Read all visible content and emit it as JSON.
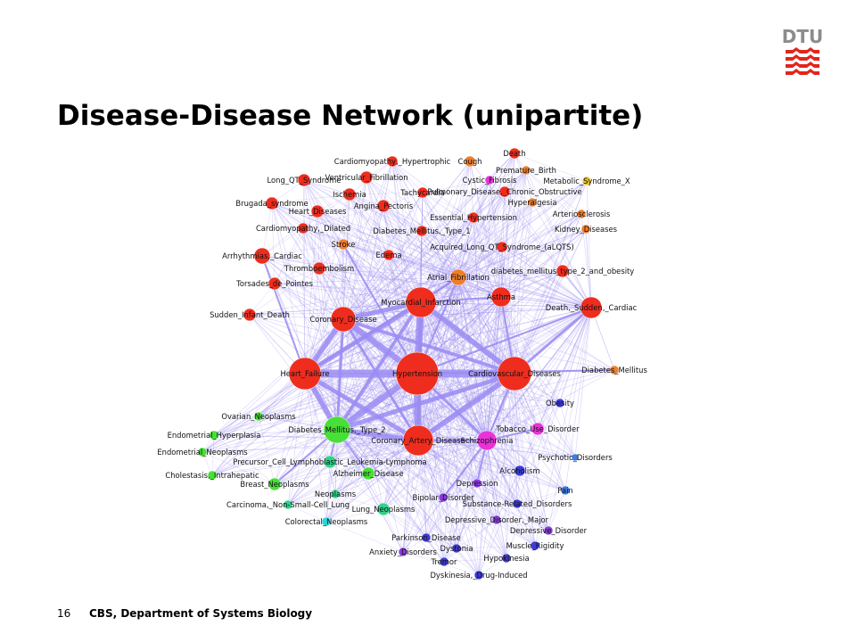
{
  "slide": {
    "title": "Disease-Disease Network (unipartite)",
    "page_number": "16",
    "footer": "CBS, Department of Systems Biology",
    "logo_text": "DTU",
    "logo_color": "#e1261c"
  },
  "network": {
    "edge_color": "#9b8cf2",
    "nodes": [
      {
        "id": "hypertension",
        "label": "Hypertension",
        "color": "#ee2d1e"
      },
      {
        "id": "heart_failure",
        "label": "Heart_Failure",
        "color": "#ee2d1e"
      },
      {
        "id": "cardiovascular",
        "label": "Cardiovascular_Diseases",
        "color": "#ee2d1e"
      },
      {
        "id": "myocardial",
        "label": "Myocardial_Infarction",
        "color": "#ee2d1e"
      },
      {
        "id": "coronary_disease",
        "label": "Coronary_Disease",
        "color": "#ee2d1e"
      },
      {
        "id": "coronary_artery",
        "label": "Coronary_Artery_Disease",
        "color": "#ee2d1e"
      },
      {
        "id": "diabetes_t2",
        "label": "Diabetes_Mellitus,_Type_2",
        "color": "#46e036"
      },
      {
        "id": "schizophrenia",
        "label": "Schizophrenia",
        "color": "#e933d8"
      },
      {
        "id": "death_sudden",
        "label": "Death,_Sudden,_Cardiac",
        "color": "#ee2d1e"
      },
      {
        "id": "asthma",
        "label": "Asthma",
        "color": "#ee2d1e"
      },
      {
        "id": "atrial_fib",
        "label": "Atrial_Fibrillation",
        "color": "#ef7d2a"
      },
      {
        "id": "cardiomyopathy_h",
        "label": "Cardiomyopathy,_Hypertrophic",
        "color": "#ee2d1e"
      },
      {
        "id": "cough",
        "label": "Cough",
        "color": "#ef7d2a"
      },
      {
        "id": "death",
        "label": "Death",
        "color": "#ee2d1e"
      },
      {
        "id": "long_qt",
        "label": "Long_QT_Syndrome",
        "color": "#ee2d1e"
      },
      {
        "id": "ventricular_fib",
        "label": "Ventricular_Fibrillation",
        "color": "#ee2d1e"
      },
      {
        "id": "premature_birth",
        "label": "Premature_Birth",
        "color": "#ef7d2a"
      },
      {
        "id": "cystic_fibrosis",
        "label": "Cystic_Fibrosis",
        "color": "#e933d8"
      },
      {
        "id": "metabolic_x",
        "label": "Metabolic_Syndrome_X",
        "color": "#e9c42b"
      },
      {
        "id": "ischemia",
        "label": "Ischemia",
        "color": "#ee2d1e"
      },
      {
        "id": "tachycardia",
        "label": "Tachycardia",
        "color": "#ee2d1e"
      },
      {
        "id": "copd",
        "label": "Pulmonary_Disease,_Chronic_Obstructive",
        "color": "#ee2d1e"
      },
      {
        "id": "brugada",
        "label": "Brugada_syndrome",
        "color": "#ee2d1e"
      },
      {
        "id": "angina",
        "label": "Angina_Pectoris",
        "color": "#ee2d1e"
      },
      {
        "id": "hyperalgesia",
        "label": "Hyperalgesia",
        "color": "#ef7d2a"
      },
      {
        "id": "heart_diseases",
        "label": "Heart_Diseases",
        "color": "#ee2d1e"
      },
      {
        "id": "essential_htn",
        "label": "Essential_Hypertension",
        "color": "#ee2d1e"
      },
      {
        "id": "arteriosclerosis",
        "label": "Arteriosclerosis",
        "color": "#ef7d2a"
      },
      {
        "id": "cardiomyopathy_d",
        "label": "Cardiomyopathy,_Dilated",
        "color": "#ee2d1e"
      },
      {
        "id": "diabetes_t1",
        "label": "Diabetes_Mellitus,_Type_1",
        "color": "#ee2d1e"
      },
      {
        "id": "kidney",
        "label": "Kidney_Diseases",
        "color": "#ef7d2a"
      },
      {
        "id": "stroke",
        "label": "Stroke",
        "color": "#ef7d2a"
      },
      {
        "id": "acquired_lqts",
        "label": "Acquired_Long_QT_Syndrome_(aLQTS)",
        "color": "#ee2d1e"
      },
      {
        "id": "arrhythmias",
        "label": "Arrhythmias,_Cardiac",
        "color": "#ee2d1e"
      },
      {
        "id": "edema",
        "label": "Edema",
        "color": "#ee2d1e"
      },
      {
        "id": "thromboembolism",
        "label": "Thromboembolism",
        "color": "#ee2d1e"
      },
      {
        "id": "dm_t2_obesity",
        "label": "diabetes_mellitus_type_2_and_obesity",
        "color": "#ee2d1e"
      },
      {
        "id": "torsades",
        "label": "Torsades_de_Pointes",
        "color": "#ee2d1e"
      },
      {
        "id": "sids",
        "label": "Sudden_Infant_Death",
        "color": "#ee2d1e"
      },
      {
        "id": "diabetes_mellitus",
        "label": "Diabetes_Mellitus",
        "color": "#ef7d2a"
      },
      {
        "id": "obesity",
        "label": "Obesity",
        "color": "#3d3ad6"
      },
      {
        "id": "ovarian",
        "label": "Ovarian_Neoplasms",
        "color": "#46e036"
      },
      {
        "id": "tobacco",
        "label": "Tobacco_Use_Disorder",
        "color": "#e933d8"
      },
      {
        "id": "endo_hyperplasia",
        "label": "Endometrial_Hyperplasia",
        "color": "#46e036"
      },
      {
        "id": "endo_neoplasms",
        "label": "Endometrial_Neoplasms",
        "color": "#46e036"
      },
      {
        "id": "psychotic",
        "label": "Psychotic_Disorders",
        "color": "#3f7ee0"
      },
      {
        "id": "precursor_cell",
        "label": "Precursor_Cell_Lymphoblastic_Leukemia-Lymphoma",
        "color": "#2fd28a"
      },
      {
        "id": "alcoholism",
        "label": "Alcoholism",
        "color": "#3d3ad6"
      },
      {
        "id": "cholestasis",
        "label": "Cholestasis,_Intrahepatic",
        "color": "#46e036"
      },
      {
        "id": "alzheimer",
        "label": "Alzheimer_Disease",
        "color": "#46e036"
      },
      {
        "id": "depression",
        "label": "Depression",
        "color": "#8a3de0"
      },
      {
        "id": "breast",
        "label": "Breast_Neoplasms",
        "color": "#46e036"
      },
      {
        "id": "pain",
        "label": "Pain",
        "color": "#3f7ee0"
      },
      {
        "id": "neoplasms",
        "label": "Neoplasms",
        "color": "#2fd28a"
      },
      {
        "id": "bipolar",
        "label": "Bipolar_Disorder",
        "color": "#8a3de0"
      },
      {
        "id": "carcinoma_nsclc",
        "label": "Carcinoma,_Non-Small-Cell_Lung",
        "color": "#2fd28a"
      },
      {
        "id": "lung_neoplasms",
        "label": "Lung_Neoplasms",
        "color": "#2fd28a"
      },
      {
        "id": "substance",
        "label": "Substance-Related_Disorders",
        "color": "#3d3ad6"
      },
      {
        "id": "colorectal",
        "label": "Colorectal_Neoplasms",
        "color": "#2bd6d6"
      },
      {
        "id": "dep_major",
        "label": "Depressive_Disorder,_Major",
        "color": "#8a3de0"
      },
      {
        "id": "depressive",
        "label": "Depressive_Disorder",
        "color": "#8a3de0"
      },
      {
        "id": "parkinson",
        "label": "Parkinson_Disease",
        "color": "#3d3ad6"
      },
      {
        "id": "dystonia",
        "label": "Dystonia",
        "color": "#3d3ad6"
      },
      {
        "id": "muscle_rigidity",
        "label": "Muscle_Rigidity",
        "color": "#3d3ad6"
      },
      {
        "id": "anxiety",
        "label": "Anxiety_Disorders",
        "color": "#8a3de0"
      },
      {
        "id": "hypokinesia",
        "label": "Hypokinesia",
        "color": "#3d3ad6"
      },
      {
        "id": "tremor",
        "label": "Tremor",
        "color": "#3d3ad6"
      },
      {
        "id": "dyskinesia",
        "label": "Dyskinesia,_Drug-Induced",
        "color": "#3d3ad6"
      }
    ],
    "edges": [
      [
        "hypertension",
        "heart_failure",
        9
      ],
      [
        "hypertension",
        "cardiovascular",
        9
      ],
      [
        "hypertension",
        "myocardial",
        8
      ],
      [
        "hypertension",
        "coronary_disease",
        7
      ],
      [
        "hypertension",
        "coronary_artery",
        8
      ],
      [
        "hypertension",
        "diabetes_t2",
        7
      ],
      [
        "heart_failure",
        "coronary_disease",
        6
      ],
      [
        "heart_failure",
        "myocardial",
        5
      ],
      [
        "heart_failure",
        "diabetes_t2",
        6
      ],
      [
        "heart_failure",
        "coronary_artery",
        5
      ],
      [
        "cardiovascular",
        "myocardial",
        6
      ],
      [
        "cardiovascular",
        "coronary_artery",
        6
      ],
      [
        "cardiovascular",
        "diabetes_t2",
        5
      ],
      [
        "cardiovascular",
        "coronary_disease",
        4
      ],
      [
        "myocardial",
        "coronary_disease",
        5
      ],
      [
        "myocardial",
        "coronary_artery",
        4
      ],
      [
        "myocardial",
        "diabetes_t2",
        4
      ],
      [
        "coronary_disease",
        "diabetes_t2",
        3
      ],
      [
        "coronary_artery",
        "diabetes_t2",
        6
      ],
      [
        "coronary_artery",
        "coronary_disease",
        3
      ],
      [
        "hypertension",
        "schizophrenia",
        3
      ],
      [
        "coronary_artery",
        "schizophrenia",
        3
      ],
      [
        "cardiovascular",
        "schizophrenia",
        2
      ],
      [
        "hypertension",
        "death_sudden",
        2
      ],
      [
        "cardiovascular",
        "death_sudden",
        3
      ],
      [
        "myocardial",
        "asthma",
        2
      ],
      [
        "cardiovascular",
        "asthma",
        2
      ],
      [
        "hypertension",
        "atrial_fib",
        2
      ],
      [
        "myocardial",
        "atrial_fib",
        2
      ],
      [
        "heart_failure",
        "atrial_fib",
        2
      ],
      [
        "hypertension",
        "stroke",
        2
      ],
      [
        "heart_failure",
        "arrhythmias",
        2
      ],
      [
        "hypertension",
        "diabetes_mellitus",
        2
      ],
      [
        "diabetes_t2",
        "alzheimer",
        2
      ],
      [
        "diabetes_t2",
        "precursor_cell",
        2
      ],
      [
        "diabetes_t2",
        "breast",
        2
      ],
      [
        "schizophrenia",
        "tobacco",
        2
      ],
      [
        "schizophrenia",
        "depression",
        2
      ],
      [
        "schizophrenia",
        "bipolar",
        2
      ]
    ]
  }
}
